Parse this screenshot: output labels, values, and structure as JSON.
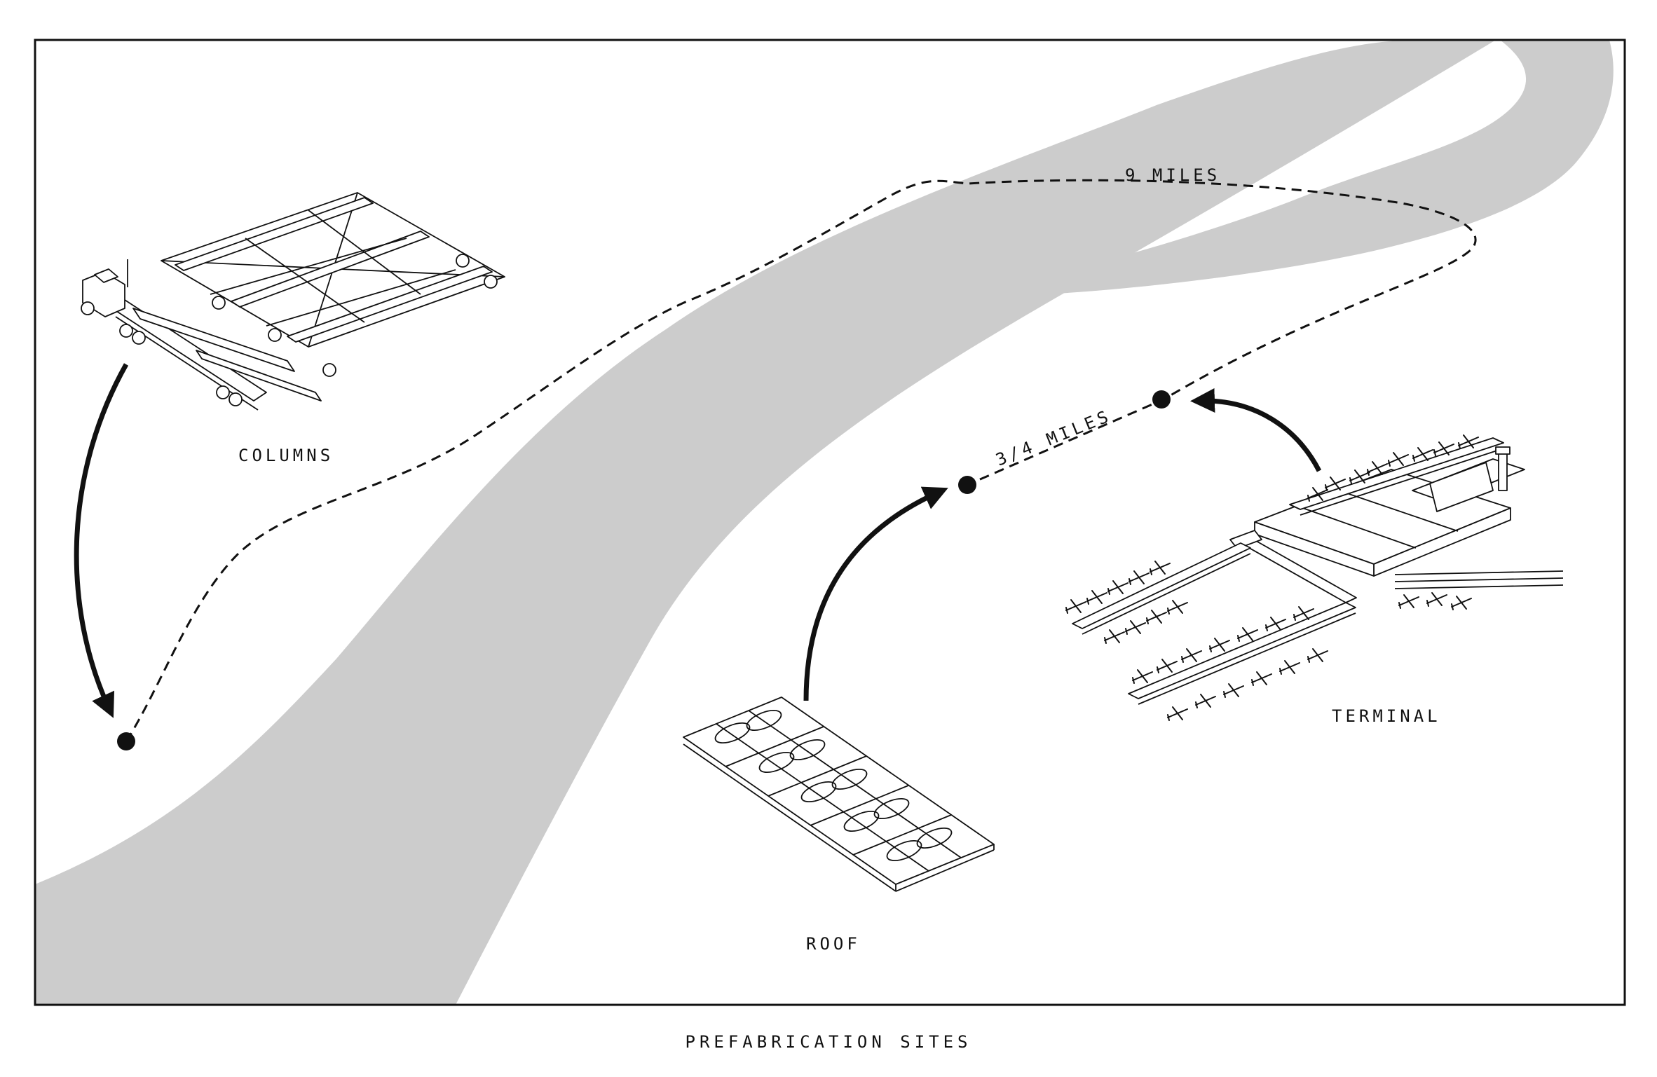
{
  "caption": "PREFABRICATION SITES",
  "labels": {
    "columns": "COLUMNS",
    "roof": "ROOF",
    "terminal": "TERMINAL",
    "distance_long": "9 MILES",
    "distance_short": "3/4 MILES"
  },
  "colors": {
    "river": "#cccccc",
    "ink": "#111111",
    "background": "#ffffff"
  }
}
